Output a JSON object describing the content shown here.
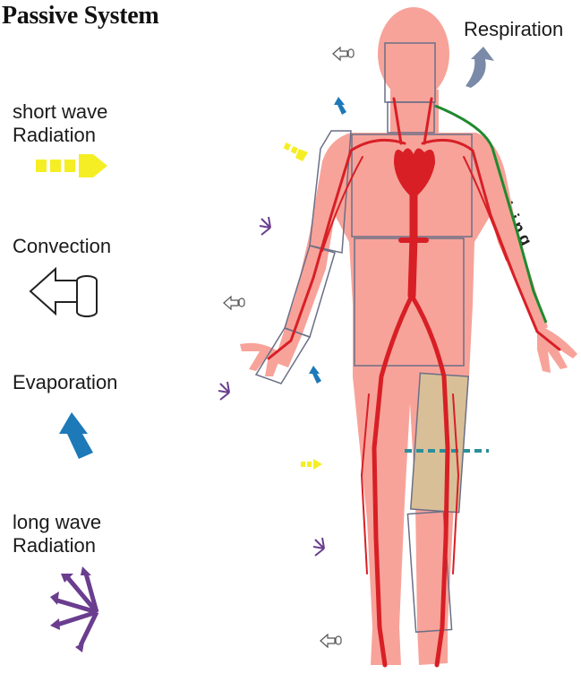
{
  "title": "Passive System",
  "legend": {
    "short_wave": "short wave\nRadiation",
    "convection": "Convection",
    "evaporation": "Evaporation",
    "long_wave": "long wave\nRadiation"
  },
  "respiration_label": "Respiration",
  "clothing_label": "clothing",
  "colors": {
    "body": "#f7a39a",
    "vessel": "#d81f26",
    "segment_outline": "#6b6f86",
    "clothing_line": "#1f8a2e",
    "shortwave": "#f5ee25",
    "evaporation": "#1d79b8",
    "longwave": "#6a3d8f",
    "leg_wrap": "#d9bf97",
    "dashed_line": "#2a8f9a"
  },
  "icons": {
    "short_wave": "dashed-arrow-icon",
    "convection": "hollow-arrow-icon",
    "evaporation": "bent-arrow-icon",
    "long_wave": "radiating-arrows-icon",
    "respiration": "curved-arrow-icon"
  }
}
